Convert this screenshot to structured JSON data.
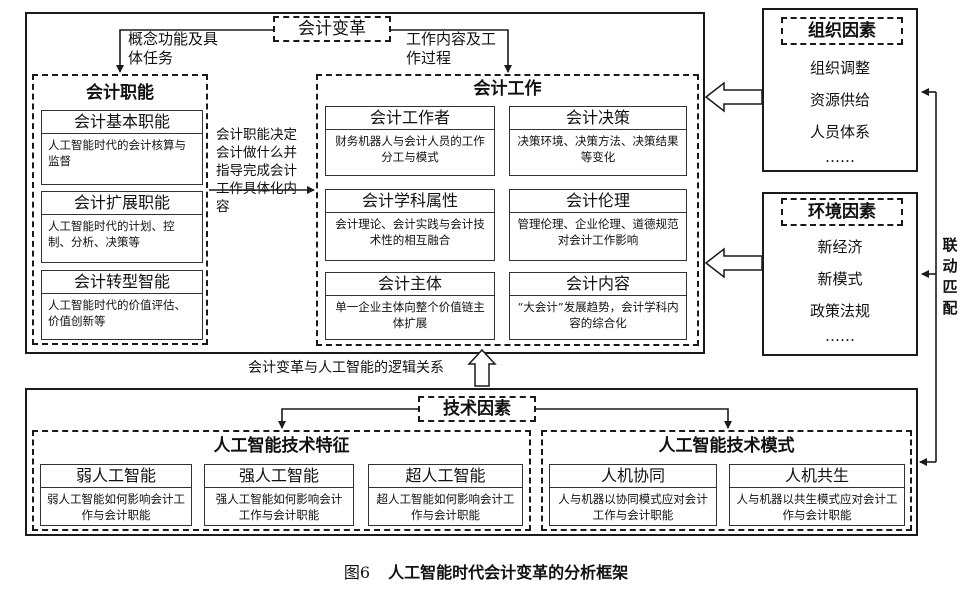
{
  "top": {
    "tag": "会计变革",
    "label_left": "概念功能及具体任务",
    "label_right": "工作内容及工作过程",
    "middle_text": "会计职能决定会计做什么并指导完成会计工作具体化内容"
  },
  "functions": {
    "title": "会计职能",
    "cards": [
      {
        "title": "会计基本职能",
        "body": "人工智能时代的会计核算与监督"
      },
      {
        "title": "会计扩展职能",
        "body": "人工智能时代的计划、控制、分析、决策等"
      },
      {
        "title": "会计转型智能",
        "body": "人工智能时代的价值评估、价值创新等"
      }
    ]
  },
  "work": {
    "title": "会计工作",
    "cards": [
      {
        "title": "会计工作者",
        "body": "财务机器人与会计人员的工作分工与模式"
      },
      {
        "title": "会计决策",
        "body": "决策环境、决策方法、决策结果等变化"
      },
      {
        "title": "会计学科属性",
        "body": "会计理论、会计实践与会计技术性的相互融合"
      },
      {
        "title": "会计伦理",
        "body": "管理伦理、企业伦理、道德规范对会计工作影响"
      },
      {
        "title": "会计主体",
        "body": "单一企业主体向整个价值链主体扩展"
      },
      {
        "title": "会计内容",
        "body": "“大会计”发展趋势，会计学科内容的综合化"
      }
    ]
  },
  "org": {
    "tag": "组织因素",
    "items": [
      "组织调整",
      "资源供给",
      "人员体系",
      "……"
    ]
  },
  "env": {
    "tag": "环境因素",
    "items": [
      "新经济",
      "新模式",
      "政策法规",
      "……"
    ]
  },
  "side_label": "联动匹配",
  "relation_label": "会计变革与人工智能的逻辑关系",
  "tech": {
    "tag": "技术因素",
    "features": {
      "title": "人工智能技术特征",
      "cards": [
        {
          "title": "弱人工智能",
          "body": "弱人工智能如何影响会计工作与会计职能"
        },
        {
          "title": "强人工智能",
          "body": "强人工智能如何影响会计工作与会计职能"
        },
        {
          "title": "超人工智能",
          "body": "超人工智能如何影响会计工作与会计职能"
        }
      ]
    },
    "modes": {
      "title": "人工智能技术模式",
      "cards": [
        {
          "title": "人机协同",
          "body": "人与机器以协同模式应对会计工作与会计职能"
        },
        {
          "title": "人机共生",
          "body": "人与机器以共生模式应对会计工作与会计职能"
        }
      ]
    }
  },
  "caption": {
    "figure_no": "图6",
    "text": "人工智能时代会计变革的分析框架"
  }
}
